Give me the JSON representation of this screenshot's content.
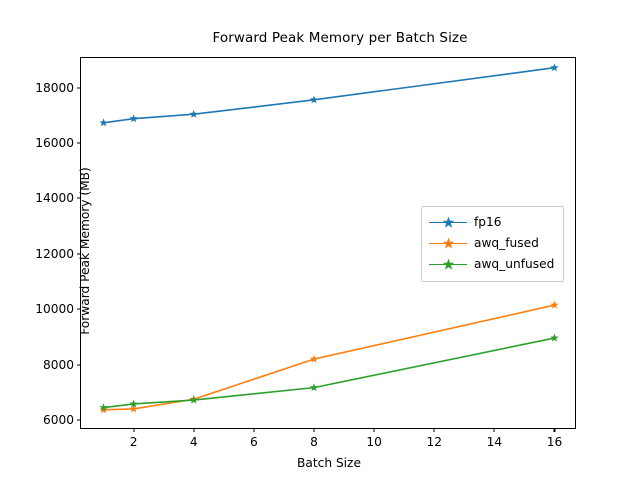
{
  "chart_data": {
    "type": "line",
    "title": "Forward Peak Memory per Batch Size",
    "xlabel": "Batch Size",
    "ylabel": "Forward Peak Memory (MB)",
    "x": [
      1,
      2,
      4,
      8,
      16
    ],
    "xlim": [
      0.25,
      16.75
    ],
    "ylim": [
      5640,
      19070
    ],
    "xticks": [
      2,
      4,
      6,
      8,
      10,
      12,
      14,
      16
    ],
    "xtick_labels": [
      "2",
      "4",
      "6",
      "8",
      "10",
      "12",
      "14",
      "16"
    ],
    "yticks": [
      6000,
      8000,
      10000,
      12000,
      14000,
      16000,
      18000
    ],
    "ytick_labels": [
      "6000",
      "8000",
      "10000",
      "12000",
      "14000",
      "16000",
      "18000"
    ],
    "grid": false,
    "legend_position": "center right",
    "marker": "star",
    "series": [
      {
        "name": "fp16",
        "color": "#1f77b4",
        "values": [
          16730,
          16880,
          17040,
          17560,
          18720
        ]
      },
      {
        "name": "awq_fused",
        "color": "#ff7f0e",
        "values": [
          6370,
          6400,
          6750,
          8200,
          10150
        ]
      },
      {
        "name": "awq_unfused",
        "color": "#2ca02c",
        "values": [
          6450,
          6580,
          6720,
          7170,
          8960
        ]
      }
    ]
  },
  "figure": {
    "background": "#ffffff",
    "axes_color": "#000000"
  }
}
